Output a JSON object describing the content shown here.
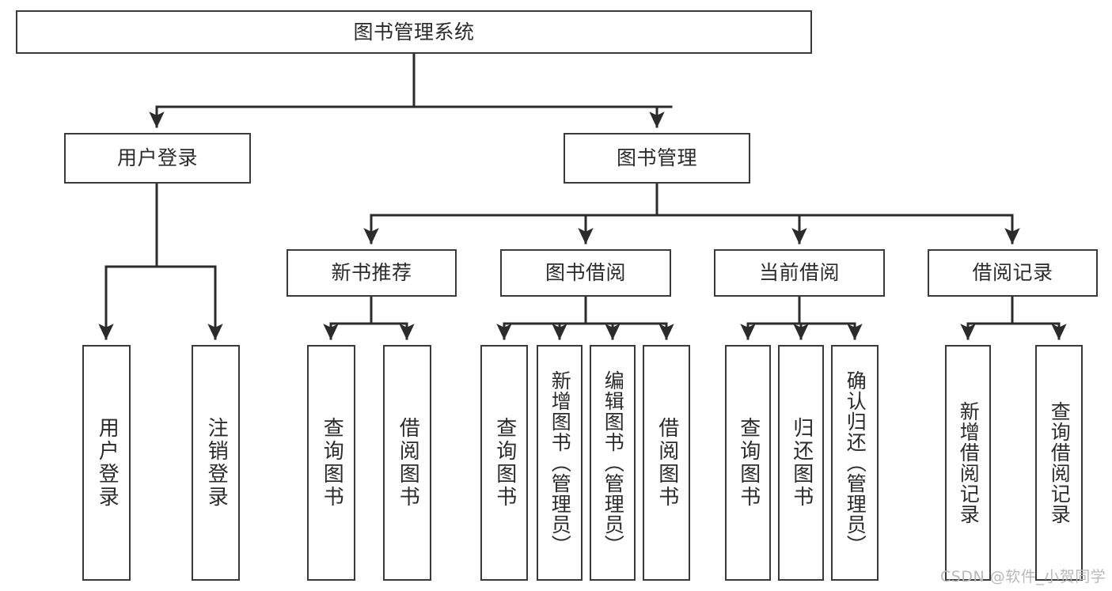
{
  "diagram": {
    "title": "图书管理系统",
    "type": "tree-hierarchy-diagram",
    "orientation": "top-down",
    "box_style": {
      "fill": "#ffffff",
      "stroke": "#3a3a3a",
      "text_color": "#2b2b2b"
    },
    "connector_style": {
      "stroke": "#2b2b2b",
      "arrowhead": "filled-triangle"
    }
  },
  "watermark": {
    "text": "CSDN @软件_小贺同学",
    "color": "#b9b9b9"
  },
  "nodes": {
    "root": {
      "label": "图书管理系统"
    },
    "level2": [
      {
        "id": "user-login",
        "label": "用户登录"
      },
      {
        "id": "book-management",
        "label": "图书管理"
      }
    ],
    "level3": [
      {
        "id": "new-book-recommend",
        "label": "新书推荐"
      },
      {
        "id": "book-borrow",
        "label": "图书借阅"
      },
      {
        "id": "current-borrow",
        "label": "当前借阅"
      },
      {
        "id": "borrow-record",
        "label": "借阅记录"
      }
    ],
    "leaves": {
      "user-login": [
        {
          "id": "leaf-user-login",
          "label": "用户登录"
        },
        {
          "id": "leaf-logout-login",
          "label": "注销登录"
        }
      ],
      "new-book-recommend": [
        {
          "id": "leaf-query-book-1",
          "label": "查询图书"
        },
        {
          "id": "leaf-borrow-book-1",
          "label": "借阅图书"
        }
      ],
      "book-borrow": [
        {
          "id": "leaf-query-book-2",
          "label": "查询图书"
        },
        {
          "id": "leaf-add-book",
          "label": "新增图书（管理员）"
        },
        {
          "id": "leaf-edit-book",
          "label": "编辑图书（管理员）"
        },
        {
          "id": "leaf-borrow-book-2",
          "label": "借阅图书"
        }
      ],
      "current-borrow": [
        {
          "id": "leaf-query-book-3",
          "label": "查询图书"
        },
        {
          "id": "leaf-return-book",
          "label": "归还图书"
        },
        {
          "id": "leaf-confirm-return",
          "label": "确认归还（管理员）"
        }
      ],
      "borrow-record": [
        {
          "id": "leaf-add-record",
          "label": "新增借阅记录"
        },
        {
          "id": "leaf-query-record",
          "label": "查询借阅记录"
        }
      ]
    }
  }
}
